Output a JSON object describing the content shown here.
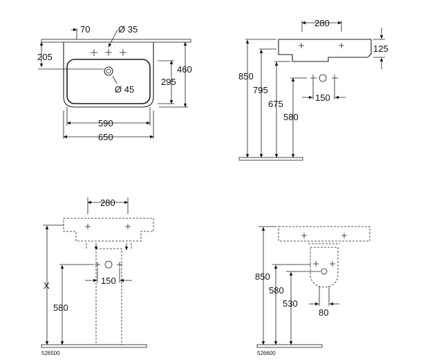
{
  "plan_view": {
    "dim_70": "70",
    "dim_d35": "Ø 35",
    "dim_205": "205",
    "dim_460": "460",
    "dim_295": "295",
    "dim_d45": "Ø 45",
    "dim_590": "590",
    "dim_650": "650"
  },
  "side_view": {
    "dim_280": "280",
    "dim_125": "125",
    "dim_850": "850",
    "dim_795": "795",
    "dim_675": "675",
    "dim_580": "580",
    "dim_150": "150"
  },
  "pedestal_view": {
    "dim_280": "280",
    "dim_150": "150",
    "dim_x": "X",
    "dim_580": "580",
    "code": "526500"
  },
  "semi_pedestal_view": {
    "dim_850": "850",
    "dim_580": "580",
    "dim_530": "530",
    "dim_80": "80",
    "code": "526600"
  }
}
